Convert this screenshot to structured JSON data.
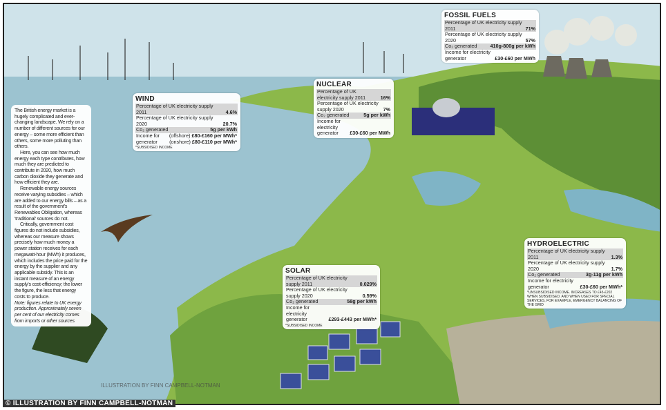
{
  "colors": {
    "sky": "#cfe3ea",
    "sea": "#9cc3d0",
    "land": "#8cb84a",
    "dark_land": "#3f6a2a",
    "box": "#ffffff",
    "shade": "#d6d6d6"
  },
  "intro": {
    "paragraphs": [
      "The British energy market is a hugely complicated and ever-changing landscape. We rely on a number of different sources for our energy – some more efficient than others, some more polluting than others.",
      "Here, you can see how much energy each type contributes, how much they are predicted to contribute in 2020, how much carbon dioxide they generate and how efficient they are.",
      "Renewable energy sources receive varying subsidies – which are added to our energy bills – as a result of the government's Renewables Obligation, whereas 'traditional' sources do not.",
      "Critically, government cost figures do not include subsidies, whereas our measure shows precisely how much money a power station receives for each megawatt-hour (MWh) it produces, which includes the price paid for the energy by the supplier and any applicable subsidy. This is an instant measure of an energy supply's cost-efficiency; the lower the figure, the less that energy costs to produce."
    ],
    "note": "Note: figures relate to UK energy production. Approximately seven per cent of our electricity comes from imports or other sources"
  },
  "labels": {
    "supply_2011": "Percentage of UK electricity supply 2011",
    "supply_2020": "Percentage of UK electricity supply 2020",
    "co2": "Co₂ generated",
    "income": "Income for electricity generator"
  },
  "wind": {
    "title": "WIND",
    "supply_2011": "4.6%",
    "supply_2020": "20.7%",
    "co2": "5g per kWh",
    "income_label_1": "Income for",
    "income_label_2": "generator",
    "offshore_label": "(offshore)",
    "offshore": "£80-£160 per MWh*",
    "onshore_label": "(onshore)",
    "onshore": "£80-£110 per MWh*",
    "note": "*SUBSIDISED INCOME"
  },
  "nuclear": {
    "title": "NUCLEAR",
    "supply_2011": "16%",
    "supply_2020": "7%",
    "co2": "5g per kWh",
    "income": "£30-£60 per MWh"
  },
  "fossil": {
    "title": "FOSSIL FUELS",
    "supply_2011": "71%",
    "supply_2020": "57%",
    "co2": "410g-800g per kWh",
    "income": "£30-£60 per MWh"
  },
  "solar": {
    "title": "SOLAR",
    "supply_2011": "0.029%",
    "supply_2020": "0.59%",
    "co2": "58g per kWh",
    "income": "£293-£443 per MWh*",
    "note": "*SUBSIDISED INCOME"
  },
  "hydro": {
    "title": "HYDROELECTRIC",
    "supply_2011": "1.3%",
    "supply_2020": "1.7%",
    "co2": "3g-11g per kWh",
    "income": "£30-£60 per MWh*",
    "note": "*UNSUBSIDISED INCOME. INCREASES TO £45-£202 WHEN SUBSIDISED, AND WHEN USED FOR SPECIAL SERVICES, FOR EXAMPLE, EMERGENCY BALANCING OF THE GRID"
  },
  "credit": "© ILLUSTRATION BY FINN CAMPBELL-NOTMAN",
  "signature": "ILLUSTRATION BY FINN CAMPBELL-NOTMAN"
}
